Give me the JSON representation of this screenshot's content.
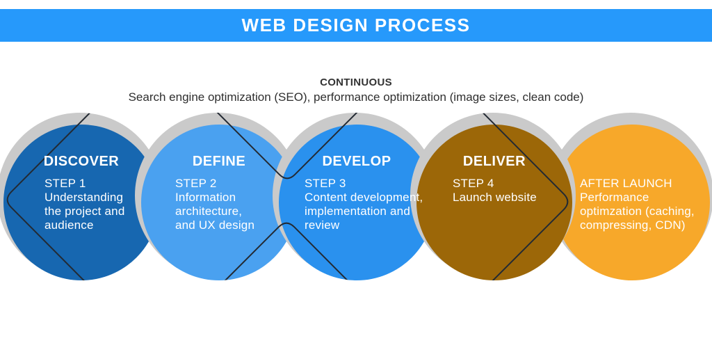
{
  "title_bar": {
    "label": "WEB DESIGN PROCESS",
    "background": "#2699fb"
  },
  "continuous": {
    "heading": "CONTINUOUS",
    "description": "Search engine optimization (SEO), performance optimization (image sizes, clean code)"
  },
  "diagram": {
    "shadow_color": "#cacaca",
    "line_color": "#232a33"
  },
  "steps": [
    {
      "name": "DISCOVER",
      "color": "#1767b0",
      "body": [
        "STEP 1",
        "Understanding",
        "the project and",
        "audience"
      ]
    },
    {
      "name": "DEFINE",
      "color": "#4aa1f0",
      "body": [
        "STEP 2",
        "Information",
        "architecture,",
        "and UX design"
      ]
    },
    {
      "name": "DEVELOP",
      "color": "#2a91ee",
      "body": [
        "STEP 3",
        "Content development,",
        "implementation and",
        "review"
      ]
    },
    {
      "name": "DELIVER",
      "color": "#9c6708",
      "body": [
        "STEP 4",
        "Launch website"
      ]
    },
    {
      "name": "",
      "color": "#f7a82a",
      "body": [
        "AFTER LAUNCH",
        "Performance",
        "optimzation (caching,",
        "compressing, CDN)"
      ]
    }
  ]
}
